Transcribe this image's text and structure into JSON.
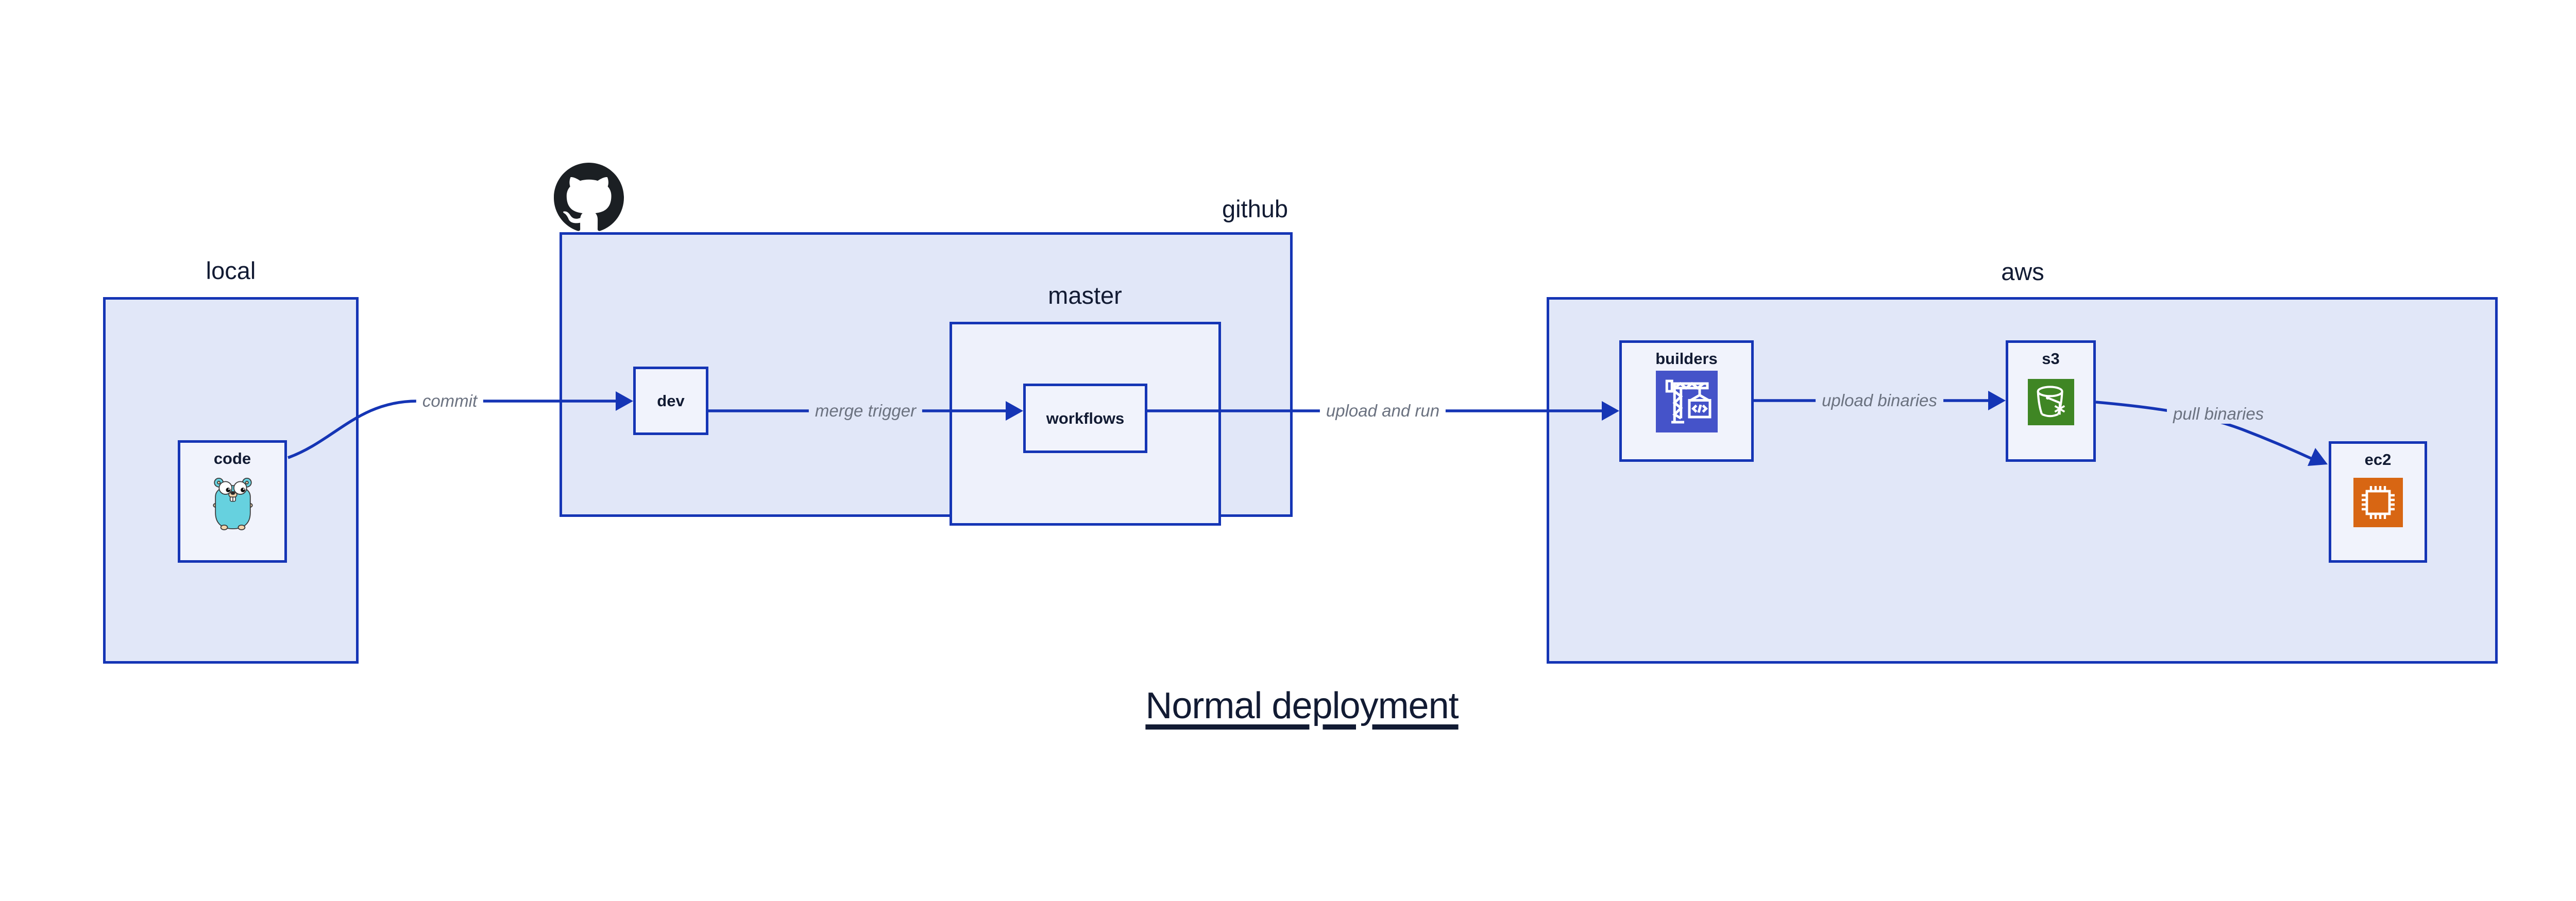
{
  "title": {
    "text": "Normal deployment"
  },
  "containers": {
    "local": {
      "label": "local"
    },
    "github": {
      "label": "github",
      "logo_icon": "github-octocat-icon"
    },
    "master": {
      "label": "master"
    },
    "aws": {
      "label": "aws"
    }
  },
  "nodes": {
    "code": {
      "label": "code",
      "icon": "go-gopher-icon"
    },
    "dev": {
      "label": "dev"
    },
    "workflows": {
      "label": "workflows"
    },
    "builders": {
      "label": "builders",
      "icon": "codebuild-crane-icon"
    },
    "s3": {
      "label": "s3",
      "icon": "s3-bucket-icon"
    },
    "ec2": {
      "label": "ec2",
      "icon": "ec2-chip-icon"
    }
  },
  "edges": {
    "commit": {
      "label": "commit"
    },
    "merge_trigger": {
      "label": "merge trigger"
    },
    "upload_and_run": {
      "label": "upload and run"
    },
    "upload_binaries": {
      "label": "upload binaries"
    },
    "pull_binaries": {
      "label": "pull binaries"
    }
  },
  "colors": {
    "outline_blue": "#1535b5",
    "container_fill": "#e1e7f8",
    "inner_fill": "#eef1fb",
    "node_fill": "#f1f3fc",
    "label_dark": "#121b33",
    "edge_label_gray": "#6b7280",
    "github_black": "#1b1f23",
    "gopher_teal": "#66d1df",
    "builders_indigo": "#4553c9",
    "s3_green": "#3f8624",
    "ec2_orange": "#d86613"
  }
}
